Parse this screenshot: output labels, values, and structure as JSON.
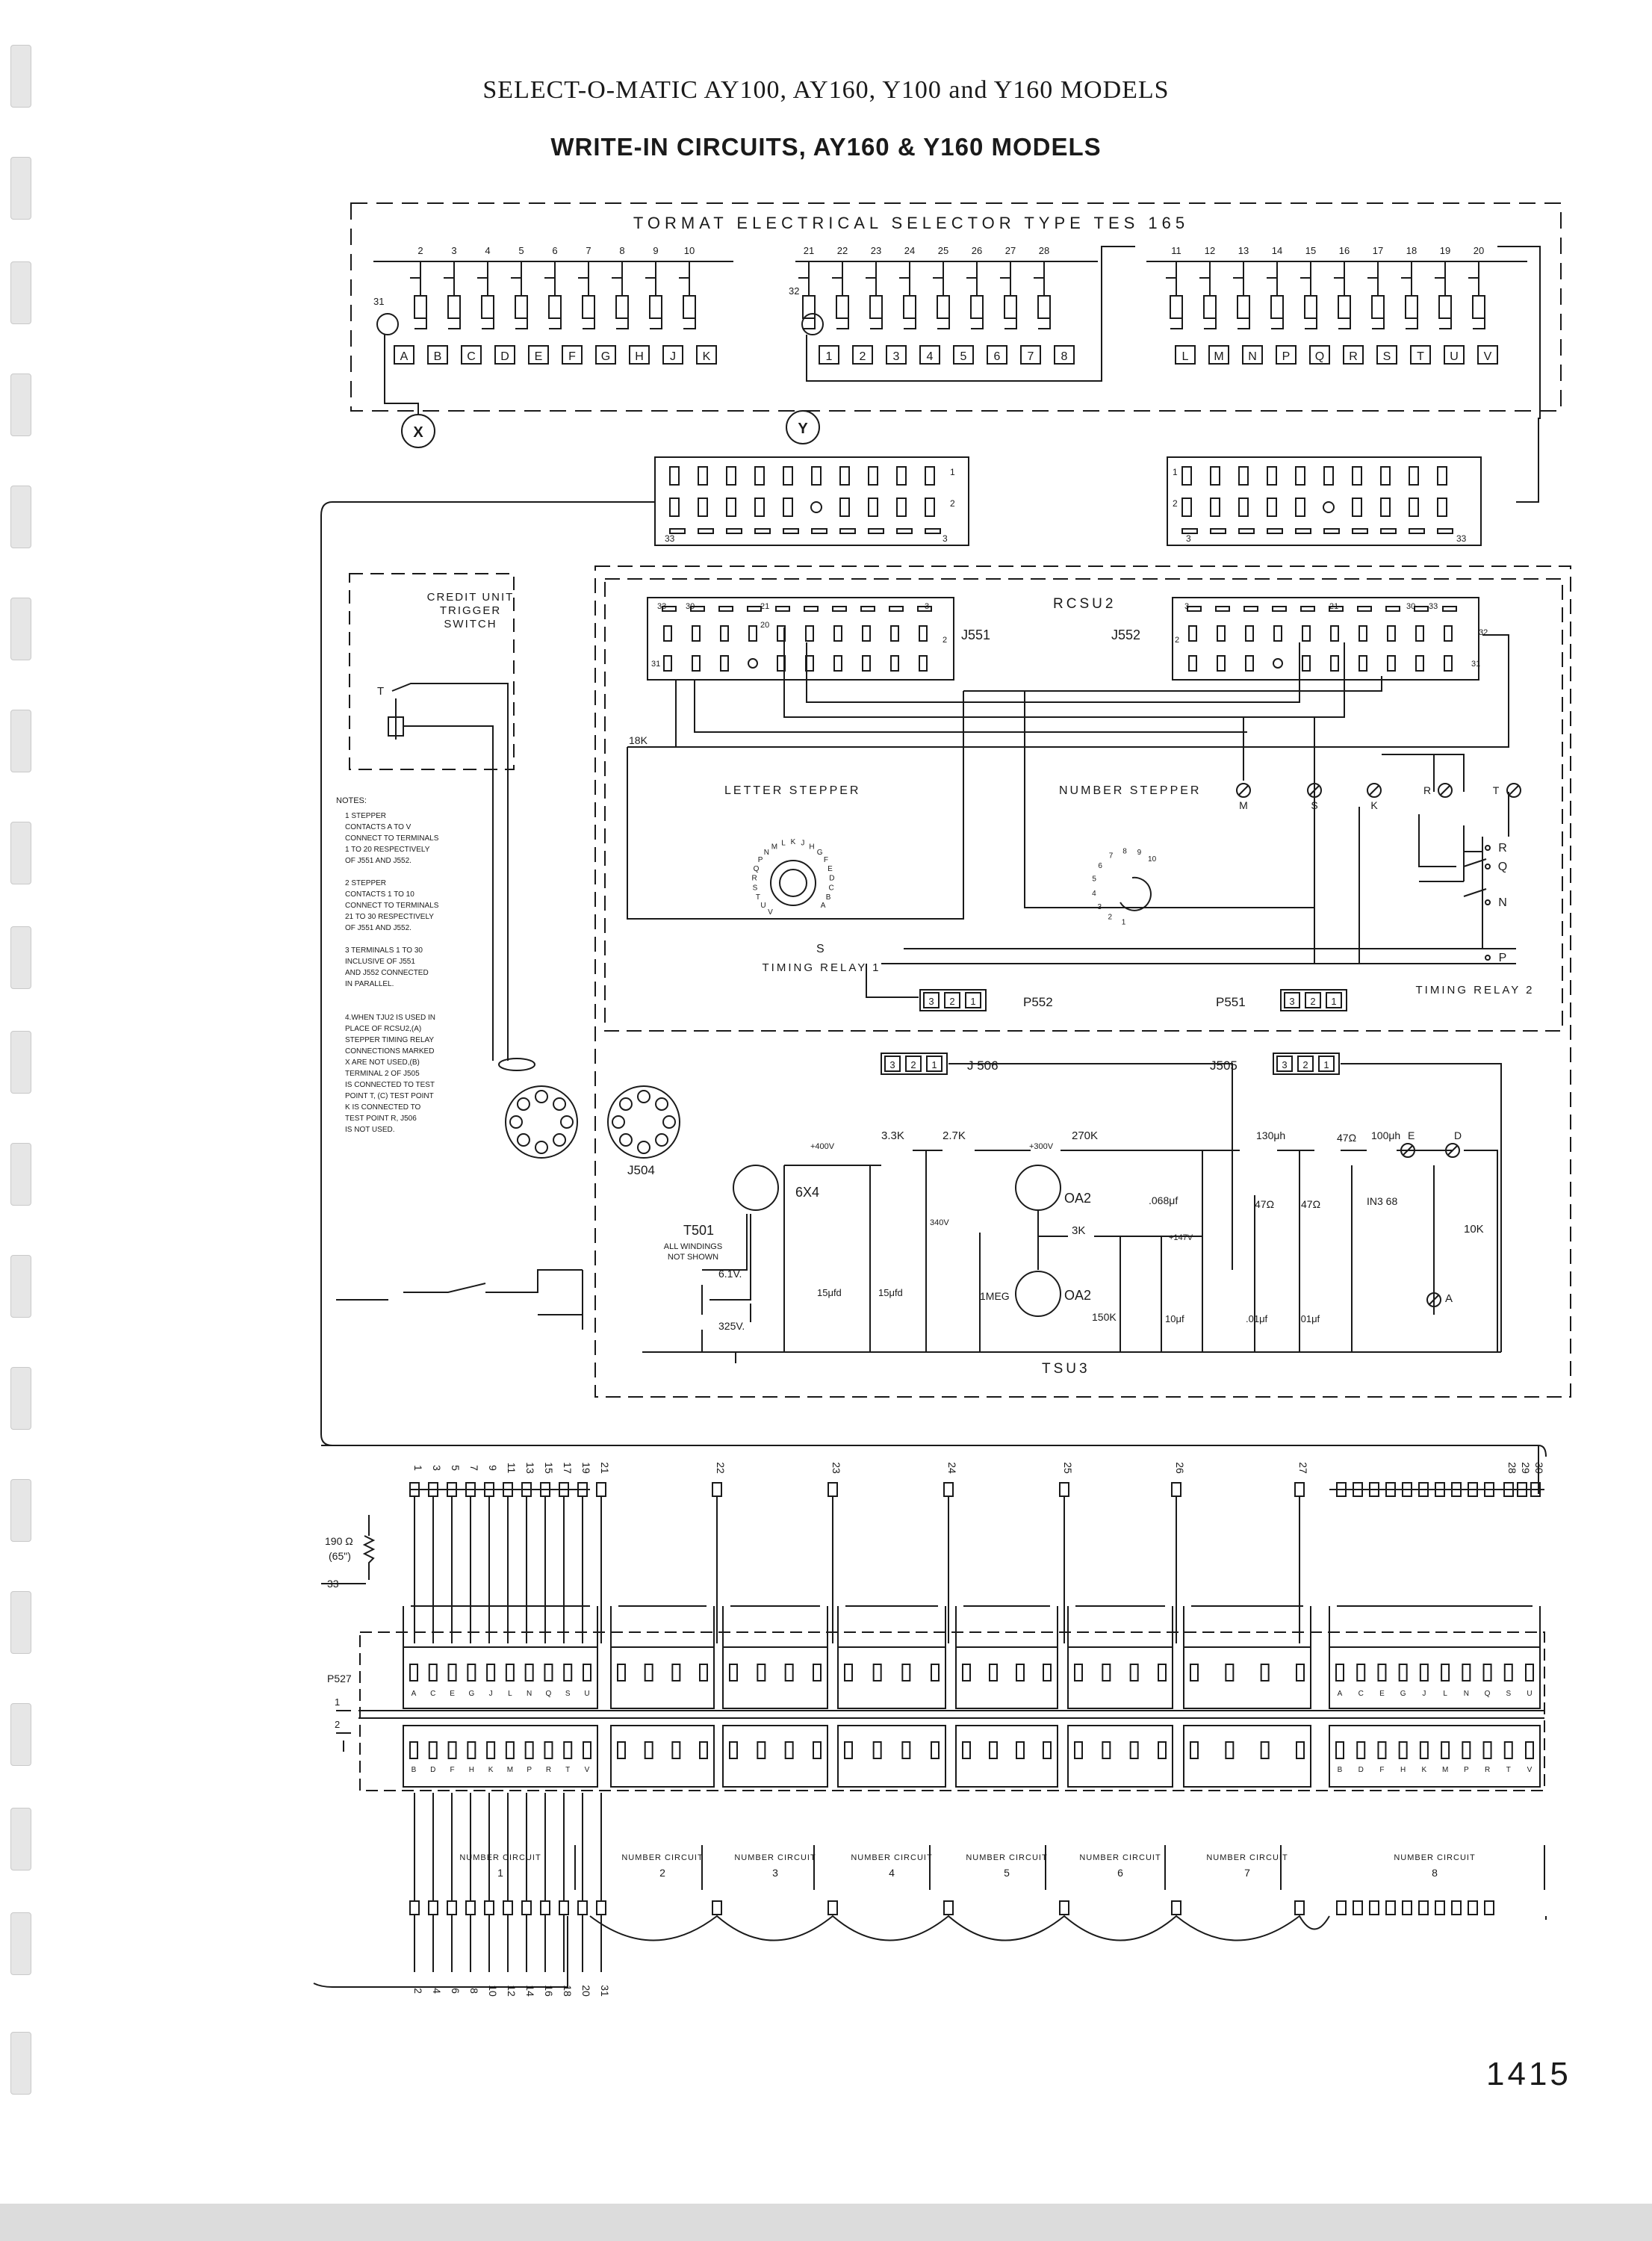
{
  "page": {
    "title": "SELECT-O-MATIC AY100, AY160, Y100 and Y160 MODELS",
    "subtitle": "WRITE-IN CIRCUITS,  AY160 & Y160 MODELS",
    "page_number": "1415"
  },
  "selector": {
    "title": "TORMAT ELECTRICAL SELECTOR TYPE TES 165",
    "left_terminals": [
      "2",
      "3",
      "4",
      "5",
      "6",
      "7",
      "8",
      "9",
      "10"
    ],
    "mid_terminals": [
      "21",
      "22",
      "23",
      "24",
      "25",
      "26",
      "27",
      "28"
    ],
    "right_terminals": [
      "11",
      "12",
      "13",
      "14",
      "15",
      "16",
      "17",
      "18",
      "19",
      "20"
    ],
    "left_letters": [
      "A",
      "B",
      "C",
      "D",
      "E",
      "F",
      "G",
      "H",
      "J",
      "K"
    ],
    "mid_letters": [
      "1",
      "2",
      "3",
      "4",
      "5",
      "6",
      "7",
      "8"
    ],
    "right_letters": [
      "L",
      "M",
      "N",
      "P",
      "Q",
      "R",
      "S",
      "T",
      "U",
      "V"
    ],
    "pin31": "31",
    "pin32": "32",
    "marker_x": "X",
    "marker_y": "Y"
  },
  "plugs": {
    "left_labels": [
      "1",
      "2",
      "33",
      "3"
    ],
    "right_labels": [
      "1",
      "2",
      "3",
      "33"
    ]
  },
  "credit_unit": {
    "label_line1": "CREDIT UNIT",
    "label_line2": "TRIGGER",
    "label_line3": "SWITCH",
    "t_label": "T"
  },
  "notes": {
    "heading": "NOTES:",
    "lines": [
      "1 STEPPER",
      "CONTACTS  A TO V",
      "CONNECT TO TERMINALS",
      "1 TO 20 RESPECTIVELY",
      "OF J551 AND J552.",
      "",
      "2 STEPPER",
      "CONTACTS  1 TO 10",
      "CONNECT TO TERMINALS",
      "21 TO 30 RESPECTIVELY",
      "OF J551 AND J552.",
      "",
      "3 TERMINALS 1 TO 30",
      "INCLUSIVE OF J551",
      "AND J552 CONNECTED",
      "IN PARALLEL.",
      "",
      "",
      "4.WHEN TJU2 IS USED IN",
      "PLACE OF RCSU2,(A)",
      "STEPPER TIMING RELAY",
      "CONNECTIONS MARKED",
      "X ARE NOT USED,(B)",
      "TERMINAL 2 OF J505",
      "IS CONNECTED TO TEST",
      "POINT T, (C) TEST POINT",
      "K IS CONNECTED TO",
      "TEST POINT R, J506",
      "IS NOT USED."
    ]
  },
  "rcsu2": {
    "label": "RCSU2",
    "j551": "J551",
    "j552": "J552",
    "letter_stepper": "LETTER STEPPER",
    "number_stepper": "NUMBER STEPPER",
    "r18k": "18K",
    "test_points": [
      "M",
      "S",
      "K",
      "R",
      "T"
    ],
    "relay_contacts": [
      "R",
      "Q",
      "N",
      "P"
    ],
    "s_label": "S",
    "timing_relay_1": "TIMING RELAY 1",
    "timing_relay_2": "TIMING RELAY 2",
    "p552": "P552",
    "p551": "P551",
    "pins_321": [
      "3",
      "2",
      "1"
    ],
    "j551_pins": [
      "33",
      "30",
      "21",
      "20",
      "3",
      "31",
      "2"
    ],
    "j552_pins": [
      "3",
      "2",
      "21",
      "30",
      "33",
      "32",
      "31"
    ],
    "letter_dial": "V U T S R Q P N M L K J H G F E D C B A",
    "number_dial": "1 2 3 4 5 6 7 8 9 10"
  },
  "tsu3": {
    "label": "TSU3",
    "j506": "J 506",
    "j505": "J505",
    "j504": "J504",
    "t501": "T501",
    "windings_note_1": "ALL WINDINGS",
    "windings_note_2": "NOT SHOWN",
    "tube_6x4": "6X4",
    "tube_oa2_1": "OA2",
    "tube_oa2_2": "OA2",
    "v_63": "6.1V.",
    "v_325": "325V.",
    "v_400": "+400V",
    "v_300": "+300V",
    "v_340": "340V",
    "v_147": "+147V",
    "r_33k": "3.3K",
    "r_27k": "2.7K",
    "r_270k": "270K",
    "r_3k": "3K",
    "r_150k": "150K",
    "r_1meg": "1MEG",
    "r_10k": "10K",
    "r_47a": "47Ω",
    "r_47b": "47Ω",
    "r_47c": "47Ω",
    "c_15a": "15μfd",
    "c_15b": "15μfd",
    "c_068": ".068μf",
    "c_10": "10μf",
    "c_01a": ".01μf",
    "c_01b": ".01μf",
    "l_130": "130μh",
    "l_100": "100μh",
    "e_label": "E",
    "d_label": "D",
    "a_label": "A",
    "diode": "IN3 68"
  },
  "number_circuits": {
    "title": "NUMBER CIRCUIT",
    "numbers": [
      "1",
      "2",
      "3",
      "4",
      "5",
      "6",
      "7",
      "8"
    ],
    "top_terminals": [
      "1",
      "3",
      "5",
      "7",
      "9",
      "11",
      "13",
      "15",
      "17",
      "19",
      "21"
    ],
    "bottom_terminals": [
      "2",
      "4",
      "6",
      "8",
      "10",
      "12",
      "14",
      "16",
      "18",
      "20",
      "31"
    ],
    "bus_terminals": [
      "22",
      "23",
      "24",
      "25",
      "26",
      "27",
      "28",
      "29",
      "30"
    ],
    "p527": "P527",
    "p527_pins": [
      "1",
      "2"
    ],
    "resistor_value": "190 Ω",
    "resistor_note": "(65\")",
    "pin33": "33",
    "row_letters_top": [
      "A",
      "C",
      "E",
      "G",
      "J",
      "L",
      "N",
      "Q",
      "S",
      "U"
    ],
    "row_letters_bottom": [
      "B",
      "D",
      "F",
      "H",
      "K",
      "M",
      "P",
      "R",
      "T",
      "V"
    ]
  }
}
